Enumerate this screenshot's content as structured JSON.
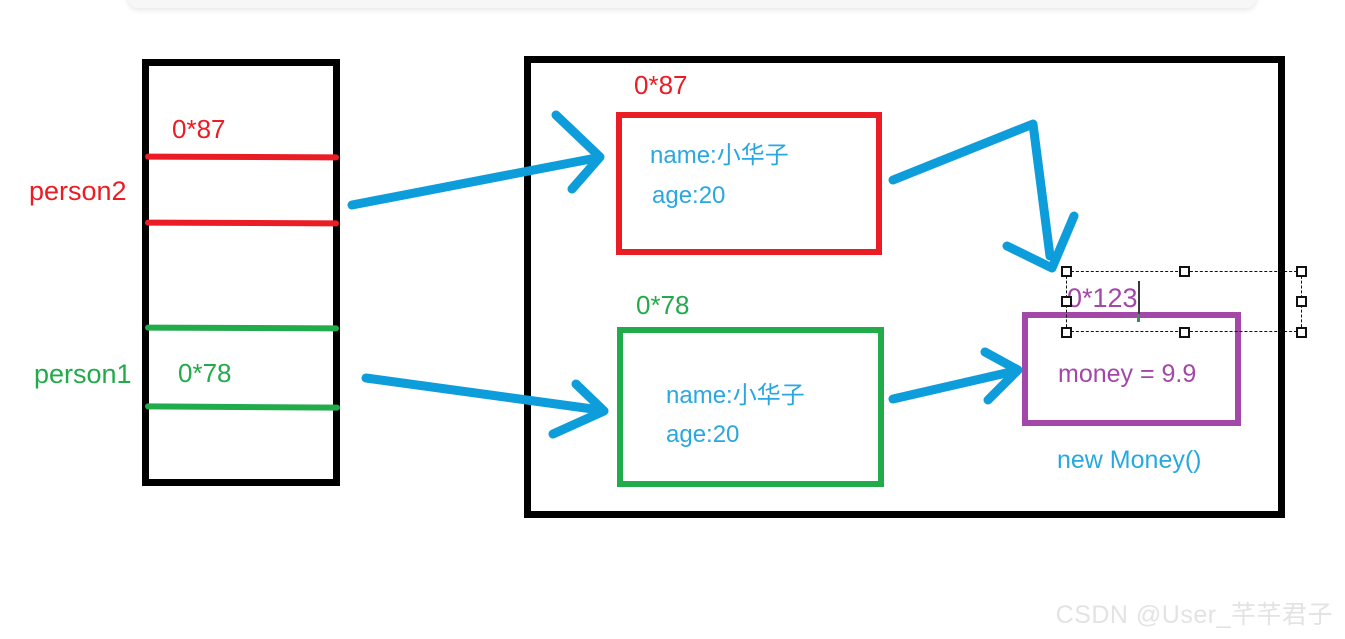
{
  "diagram": {
    "title": "JVM stack and heap object reference diagram",
    "colors": {
      "black": "#000000",
      "red": "#ea1c24",
      "green": "#22ab4b",
      "blue": "#29a8e0",
      "purple": "#a347a8",
      "watermark": "#e3e3e3"
    },
    "stack": {
      "person2_label": "person2",
      "person2_address": "0*87",
      "person1_label": "person1",
      "person1_address": "0*78"
    },
    "heap": {
      "red_object": {
        "address": "0*87",
        "field_name": "name:小华子",
        "field_age": "age:20"
      },
      "green_object": {
        "address": "0*78",
        "field_name": "name:小华子",
        "field_age": "age:20"
      },
      "money_object": {
        "address": "0*123",
        "field_money": "money = 9.9",
        "caption": "new Money()"
      }
    }
  },
  "watermark": {
    "text": "CSDN @User_芊芊君子"
  }
}
